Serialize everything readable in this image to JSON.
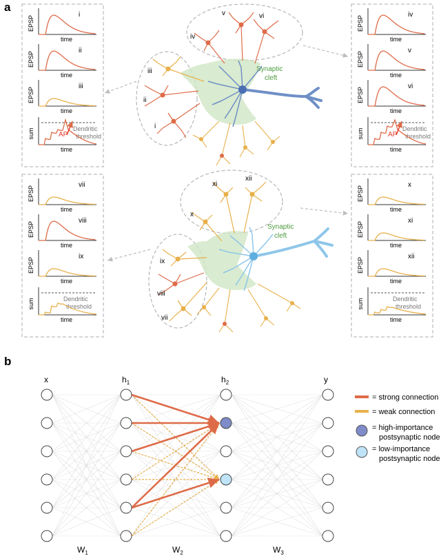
{
  "panel_a": {
    "label": "a",
    "top_neuron": {
      "groups": [
        "i",
        "ii",
        "iii",
        "iv",
        "v",
        "vi"
      ],
      "cleft_label_1": "Synaptic",
      "cleft_label_2": "cleft"
    },
    "bottom_neuron": {
      "groups": [
        "vii",
        "viii",
        "ix",
        "x",
        "xi",
        "xii"
      ],
      "cleft_label_1": "Synaptic",
      "cleft_label_2": "cleft"
    },
    "plot_ylabel": "EPSP",
    "plot_xlabel": "time",
    "sum_label": "sum",
    "ap_label": "AP",
    "threshold_label_1": "Dendritic",
    "threshold_label_2": "threshold",
    "boxes": [
      {
        "id": "top-left",
        "epsp": [
          {
            "tag": "i",
            "kind": "strong"
          },
          {
            "tag": "ii",
            "kind": "strong"
          },
          {
            "tag": "iii",
            "kind": "weak"
          }
        ],
        "ap": true
      },
      {
        "id": "top-right",
        "epsp": [
          {
            "tag": "iv",
            "kind": "strong"
          },
          {
            "tag": "v",
            "kind": "strong"
          },
          {
            "tag": "vi",
            "kind": "strong"
          }
        ],
        "ap": true
      },
      {
        "id": "bottom-left",
        "epsp": [
          {
            "tag": "vii",
            "kind": "weak"
          },
          {
            "tag": "viii",
            "kind": "strong"
          },
          {
            "tag": "ix",
            "kind": "weak"
          }
        ],
        "ap": false
      },
      {
        "id": "bottom-right",
        "epsp": [
          {
            "tag": "x",
            "kind": "weak"
          },
          {
            "tag": "xi",
            "kind": "weak"
          },
          {
            "tag": "xii",
            "kind": "weak"
          }
        ],
        "ap": false
      }
    ]
  },
  "panel_b": {
    "label": "b",
    "layers": [
      "x",
      "h",
      "h",
      "y"
    ],
    "layer_subscripts": [
      "",
      "1",
      "2",
      ""
    ],
    "weights": [
      "W",
      "W",
      "W"
    ],
    "weight_subscripts": [
      "1",
      "2",
      "3"
    ],
    "legend": {
      "strong": "= strong connection",
      "weak": "= weak connection",
      "high_1": "= high-importance",
      "high_2": "postsynaptic node",
      "low_1": "= low-importance",
      "low_2": "postsynaptic node"
    }
  },
  "colors": {
    "strong": "#de6b48",
    "weak": "#e8b04a",
    "high_node": "#7f8cc9",
    "low_node": "#bfe3f7",
    "neuron_top": "#6f8fc6",
    "neuron_bottom": "#8ec6ea",
    "cleft": "#cfe6c4",
    "cleft_text": "#4d9a3f",
    "ap": "#e53b2c"
  }
}
